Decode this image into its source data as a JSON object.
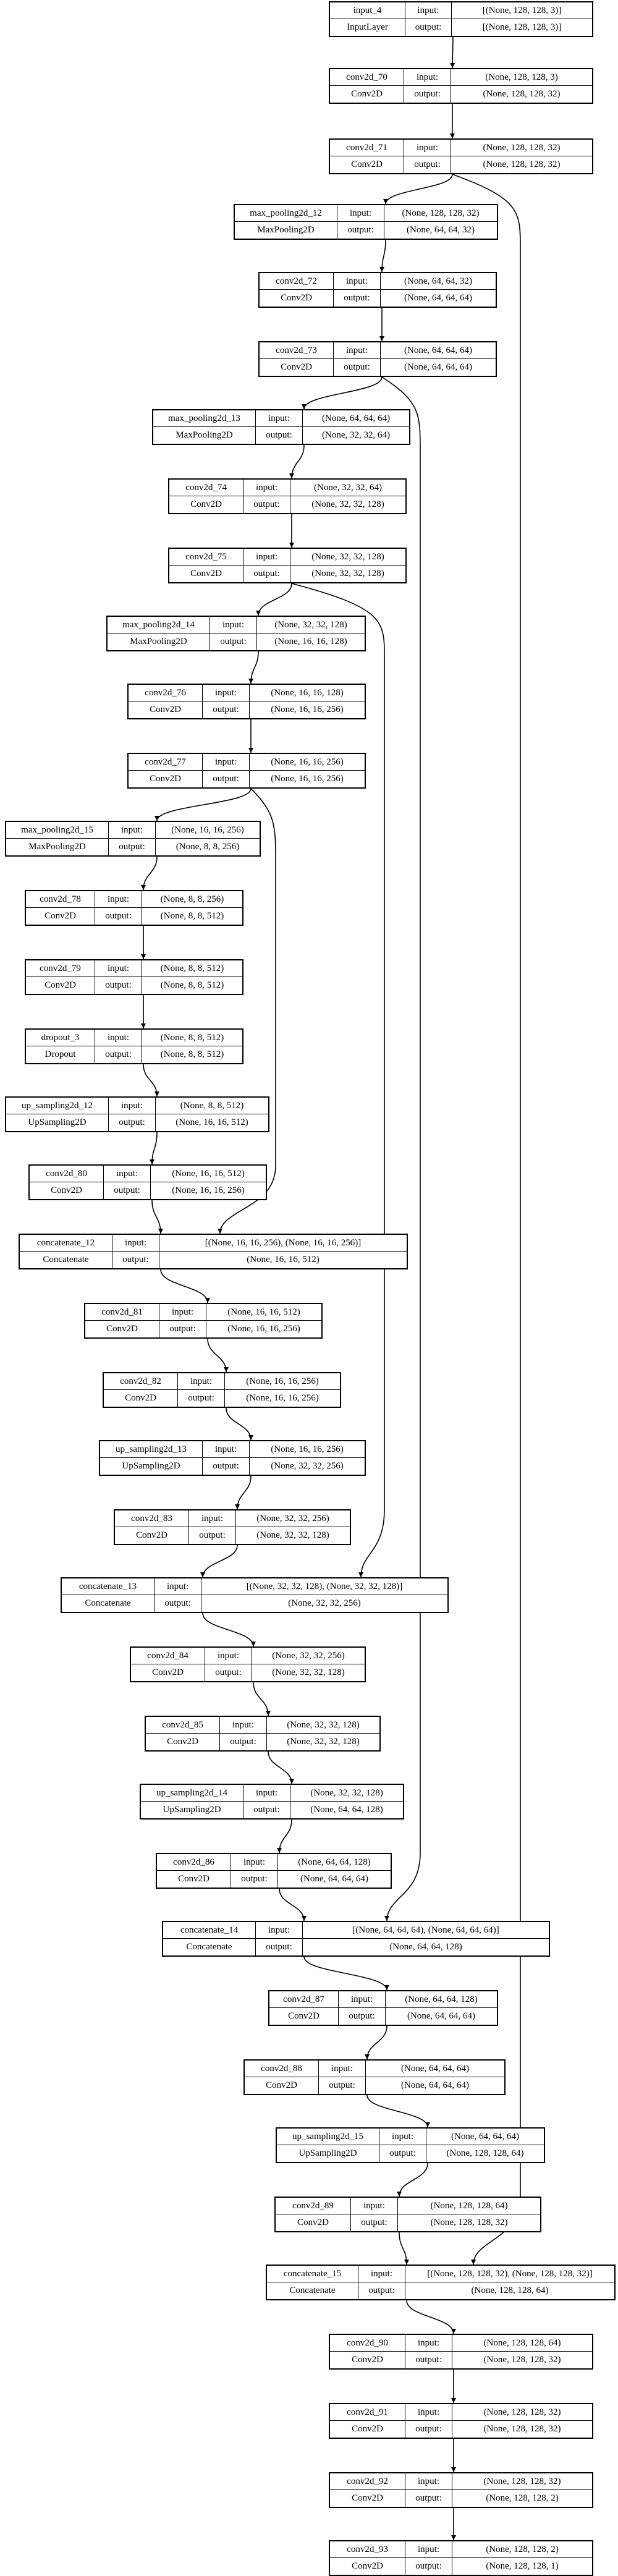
{
  "diagram": {
    "port_labels": {
      "input": "input:",
      "output": "output:"
    },
    "layers": [
      {
        "id": "input_4",
        "name": "input_4",
        "type": "InputLayer",
        "input": "[(None, 128, 128, 3)]",
        "output": "[(None, 128, 128, 3)]"
      },
      {
        "id": "conv2d_70",
        "name": "conv2d_70",
        "type": "Conv2D",
        "input": "(None, 128, 128, 3)",
        "output": "(None, 128, 128, 32)"
      },
      {
        "id": "conv2d_71",
        "name": "conv2d_71",
        "type": "Conv2D",
        "input": "(None, 128, 128, 32)",
        "output": "(None, 128, 128, 32)"
      },
      {
        "id": "max_pooling2d_12",
        "name": "max_pooling2d_12",
        "type": "MaxPooling2D",
        "input": "(None, 128, 128, 32)",
        "output": "(None, 64, 64, 32)"
      },
      {
        "id": "conv2d_72",
        "name": "conv2d_72",
        "type": "Conv2D",
        "input": "(None, 64, 64, 32)",
        "output": "(None, 64, 64, 64)"
      },
      {
        "id": "conv2d_73",
        "name": "conv2d_73",
        "type": "Conv2D",
        "input": "(None, 64, 64, 64)",
        "output": "(None, 64, 64, 64)"
      },
      {
        "id": "max_pooling2d_13",
        "name": "max_pooling2d_13",
        "type": "MaxPooling2D",
        "input": "(None, 64, 64, 64)",
        "output": "(None, 32, 32, 64)"
      },
      {
        "id": "conv2d_74",
        "name": "conv2d_74",
        "type": "Conv2D",
        "input": "(None, 32, 32, 64)",
        "output": "(None, 32, 32, 128)"
      },
      {
        "id": "conv2d_75",
        "name": "conv2d_75",
        "type": "Conv2D",
        "input": "(None, 32, 32, 128)",
        "output": "(None, 32, 32, 128)"
      },
      {
        "id": "max_pooling2d_14",
        "name": "max_pooling2d_14",
        "type": "MaxPooling2D",
        "input": "(None, 32, 32, 128)",
        "output": "(None, 16, 16, 128)"
      },
      {
        "id": "conv2d_76",
        "name": "conv2d_76",
        "type": "Conv2D",
        "input": "(None, 16, 16, 128)",
        "output": "(None, 16, 16, 256)"
      },
      {
        "id": "conv2d_77",
        "name": "conv2d_77",
        "type": "Conv2D",
        "input": "(None, 16, 16, 256)",
        "output": "(None, 16, 16, 256)"
      },
      {
        "id": "max_pooling2d_15",
        "name": "max_pooling2d_15",
        "type": "MaxPooling2D",
        "input": "(None, 16, 16, 256)",
        "output": "(None, 8, 8, 256)"
      },
      {
        "id": "conv2d_78",
        "name": "conv2d_78",
        "type": "Conv2D",
        "input": "(None, 8, 8, 256)",
        "output": "(None, 8, 8, 512)"
      },
      {
        "id": "conv2d_79",
        "name": "conv2d_79",
        "type": "Conv2D",
        "input": "(None, 8, 8, 512)",
        "output": "(None, 8, 8, 512)"
      },
      {
        "id": "dropout_3",
        "name": "dropout_3",
        "type": "Dropout",
        "input": "(None, 8, 8, 512)",
        "output": "(None, 8, 8, 512)"
      },
      {
        "id": "up_sampling2d_12",
        "name": "up_sampling2d_12",
        "type": "UpSampling2D",
        "input": "(None, 8, 8, 512)",
        "output": "(None, 16, 16, 512)"
      },
      {
        "id": "conv2d_80",
        "name": "conv2d_80",
        "type": "Conv2D",
        "input": "(None, 16, 16, 512)",
        "output": "(None, 16, 16, 256)"
      },
      {
        "id": "concatenate_12",
        "name": "concatenate_12",
        "type": "Concatenate",
        "input": "[(None, 16, 16, 256), (None, 16, 16, 256)]",
        "output": "(None, 16, 16, 512)"
      },
      {
        "id": "conv2d_81",
        "name": "conv2d_81",
        "type": "Conv2D",
        "input": "(None, 16, 16, 512)",
        "output": "(None, 16, 16, 256)"
      },
      {
        "id": "conv2d_82",
        "name": "conv2d_82",
        "type": "Conv2D",
        "input": "(None, 16, 16, 256)",
        "output": "(None, 16, 16, 256)"
      },
      {
        "id": "up_sampling2d_13",
        "name": "up_sampling2d_13",
        "type": "UpSampling2D",
        "input": "(None, 16, 16, 256)",
        "output": "(None, 32, 32, 256)"
      },
      {
        "id": "conv2d_83",
        "name": "conv2d_83",
        "type": "Conv2D",
        "input": "(None, 32, 32, 256)",
        "output": "(None, 32, 32, 128)"
      },
      {
        "id": "concatenate_13",
        "name": "concatenate_13",
        "type": "Concatenate",
        "input": "[(None, 32, 32, 128), (None, 32, 32, 128)]",
        "output": "(None, 32, 32, 256)"
      },
      {
        "id": "conv2d_84",
        "name": "conv2d_84",
        "type": "Conv2D",
        "input": "(None, 32, 32, 256)",
        "output": "(None, 32, 32, 128)"
      },
      {
        "id": "conv2d_85",
        "name": "conv2d_85",
        "type": "Conv2D",
        "input": "(None, 32, 32, 128)",
        "output": "(None, 32, 32, 128)"
      },
      {
        "id": "up_sampling2d_14",
        "name": "up_sampling2d_14",
        "type": "UpSampling2D",
        "input": "(None, 32, 32, 128)",
        "output": "(None, 64, 64, 128)"
      },
      {
        "id": "conv2d_86",
        "name": "conv2d_86",
        "type": "Conv2D",
        "input": "(None, 64, 64, 128)",
        "output": "(None, 64, 64, 64)"
      },
      {
        "id": "concatenate_14",
        "name": "concatenate_14",
        "type": "Concatenate",
        "input": "[(None, 64, 64, 64), (None, 64, 64, 64)]",
        "output": "(None, 64, 64, 128)"
      },
      {
        "id": "conv2d_87",
        "name": "conv2d_87",
        "type": "Conv2D",
        "input": "(None, 64, 64, 128)",
        "output": "(None, 64, 64, 64)"
      },
      {
        "id": "conv2d_88",
        "name": "conv2d_88",
        "type": "Conv2D",
        "input": "(None, 64, 64, 64)",
        "output": "(None, 64, 64, 64)"
      },
      {
        "id": "up_sampling2d_15",
        "name": "up_sampling2d_15",
        "type": "UpSampling2D",
        "input": "(None, 64, 64, 64)",
        "output": "(None, 128, 128, 64)"
      },
      {
        "id": "conv2d_89",
        "name": "conv2d_89",
        "type": "Conv2D",
        "input": "(None, 128, 128, 64)",
        "output": "(None, 128, 128, 32)"
      },
      {
        "id": "concatenate_15",
        "name": "concatenate_15",
        "type": "Concatenate",
        "input": "[(None, 128, 128, 32), (None, 128, 128, 32)]",
        "output": "(None, 128, 128, 64)"
      },
      {
        "id": "conv2d_90",
        "name": "conv2d_90",
        "type": "Conv2D",
        "input": "(None, 128, 128, 64)",
        "output": "(None, 128, 128, 32)"
      },
      {
        "id": "conv2d_91",
        "name": "conv2d_91",
        "type": "Conv2D",
        "input": "(None, 128, 128, 32)",
        "output": "(None, 128, 128, 32)"
      },
      {
        "id": "conv2d_92",
        "name": "conv2d_92",
        "type": "Conv2D",
        "input": "(None, 128, 128, 32)",
        "output": "(None, 128, 128, 2)"
      },
      {
        "id": "conv2d_93",
        "name": "conv2d_93",
        "type": "Conv2D",
        "input": "(None, 128, 128, 2)",
        "output": "(None, 128, 128, 1)"
      }
    ],
    "edges": [
      [
        "input_4",
        "conv2d_70"
      ],
      [
        "conv2d_70",
        "conv2d_71"
      ],
      [
        "conv2d_71",
        "max_pooling2d_12"
      ],
      [
        "conv2d_71",
        "concatenate_15"
      ],
      [
        "max_pooling2d_12",
        "conv2d_72"
      ],
      [
        "conv2d_72",
        "conv2d_73"
      ],
      [
        "conv2d_73",
        "max_pooling2d_13"
      ],
      [
        "conv2d_73",
        "concatenate_14"
      ],
      [
        "max_pooling2d_13",
        "conv2d_74"
      ],
      [
        "conv2d_74",
        "conv2d_75"
      ],
      [
        "conv2d_75",
        "max_pooling2d_14"
      ],
      [
        "conv2d_75",
        "concatenate_13"
      ],
      [
        "max_pooling2d_14",
        "conv2d_76"
      ],
      [
        "conv2d_76",
        "conv2d_77"
      ],
      [
        "conv2d_77",
        "max_pooling2d_15"
      ],
      [
        "conv2d_77",
        "concatenate_12"
      ],
      [
        "max_pooling2d_15",
        "conv2d_78"
      ],
      [
        "conv2d_78",
        "conv2d_79"
      ],
      [
        "conv2d_79",
        "dropout_3"
      ],
      [
        "dropout_3",
        "up_sampling2d_12"
      ],
      [
        "up_sampling2d_12",
        "conv2d_80"
      ],
      [
        "conv2d_80",
        "concatenate_12"
      ],
      [
        "concatenate_12",
        "conv2d_81"
      ],
      [
        "conv2d_81",
        "conv2d_82"
      ],
      [
        "conv2d_82",
        "up_sampling2d_13"
      ],
      [
        "up_sampling2d_13",
        "conv2d_83"
      ],
      [
        "conv2d_83",
        "concatenate_13"
      ],
      [
        "concatenate_13",
        "conv2d_84"
      ],
      [
        "conv2d_84",
        "conv2d_85"
      ],
      [
        "conv2d_85",
        "up_sampling2d_14"
      ],
      [
        "up_sampling2d_14",
        "conv2d_86"
      ],
      [
        "conv2d_86",
        "concatenate_14"
      ],
      [
        "concatenate_14",
        "conv2d_87"
      ],
      [
        "conv2d_87",
        "conv2d_88"
      ],
      [
        "conv2d_88",
        "up_sampling2d_15"
      ],
      [
        "up_sampling2d_15",
        "conv2d_89"
      ],
      [
        "conv2d_89",
        "concatenate_15"
      ],
      [
        "concatenate_15",
        "conv2d_90"
      ],
      [
        "conv2d_90",
        "conv2d_91"
      ],
      [
        "conv2d_91",
        "conv2d_92"
      ],
      [
        "conv2d_92",
        "conv2d_93"
      ]
    ]
  }
}
